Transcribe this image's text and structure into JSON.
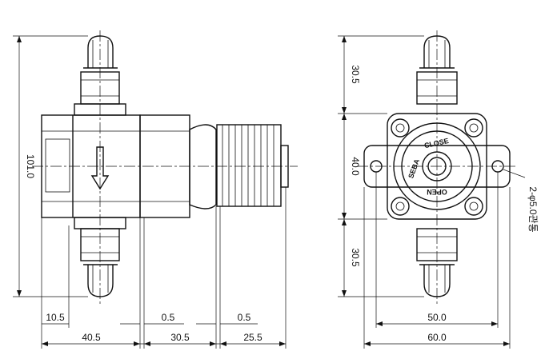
{
  "dimensions": {
    "front_height": "101.0",
    "left_flange": "10.5",
    "body_length": "40.5",
    "gap1": "0.5",
    "middle_length": "30.5",
    "gap2": "0.5",
    "knob_length": "25.5",
    "side_top": "30.5",
    "side_mid": "40.0",
    "side_bottom": "30.5",
    "hole_spacing": "50.0",
    "flange_width": "60.0",
    "hole_note": "2-φ5.0관통"
  },
  "knob_labels": {
    "close": "CLOSE",
    "open": "OPEN",
    "brand": "SEBA"
  }
}
